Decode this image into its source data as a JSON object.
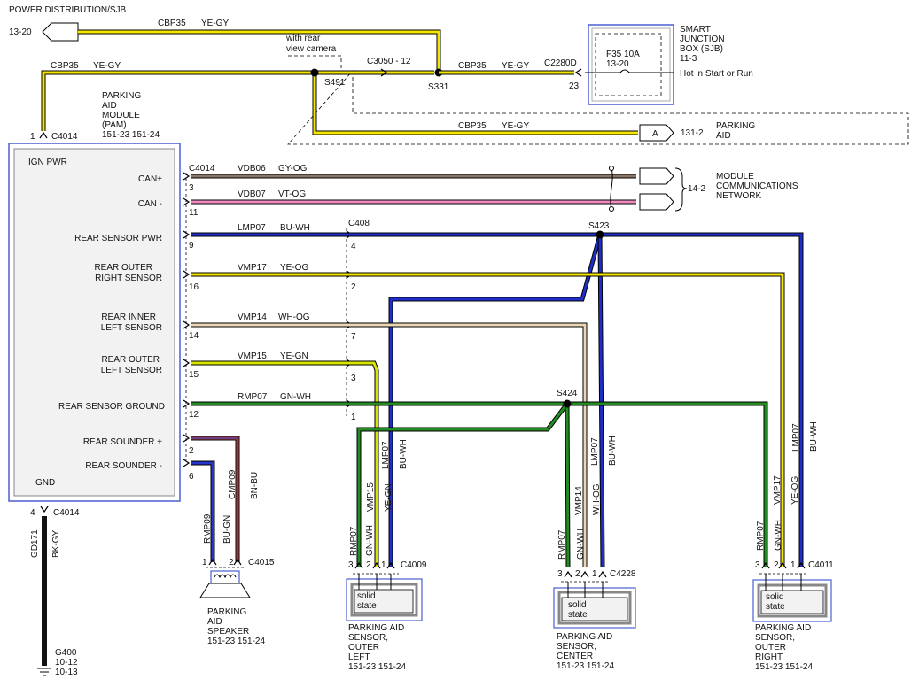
{
  "header": {
    "power_label": "POWER DISTRIBUTION/SJB",
    "power_page": "13-20"
  },
  "sjb": {
    "title_lines": [
      "SMART",
      "JUNCTION",
      "BOX (SJB)",
      "11-3"
    ],
    "fuse_name": "F35  10A",
    "fuse_page": "13-20",
    "connector": "C2280D",
    "pin": "23",
    "fuse_note": "Hot in Start or Run"
  },
  "feed": {
    "top_circuit": "CBP35",
    "top_color": "YE-GY",
    "left_circuit": "CBP35",
    "left_color": "YE-GY",
    "camera_note_lines": [
      "with rear",
      "view camera"
    ],
    "splice_s491": "S491",
    "splice_s331": "S331",
    "inline_connector": "C3050 - 12",
    "right_circuit": "CBP35",
    "right_color": "YE-GY",
    "lower_circuit": "CBP35",
    "lower_color": "YE-GY",
    "parking_aid_tag": "A",
    "parking_aid_page": "131-2",
    "parking_aid_lines": [
      "PARKING",
      "AID"
    ]
  },
  "module": {
    "title_lines": [
      "PARKING",
      "AID",
      "MODULE",
      "(PAM)",
      "151-23  151-24"
    ],
    "top_pin": "1",
    "top_connector": "C4014",
    "ign_label": "IGN PWR",
    "gnd_label": "GND",
    "bottom_pin": "4",
    "bottom_connector": "C4014",
    "connector_label": "C4014",
    "pins": [
      {
        "label": "CAN+",
        "pin": "3"
      },
      {
        "label": "CAN -",
        "pin": "11"
      },
      {
        "label": "REAR SENSOR PWR",
        "pin": "9"
      },
      {
        "label_lines": [
          "REAR OUTER",
          "RIGHT SENSOR"
        ],
        "pin": "16"
      },
      {
        "label_lines": [
          "REAR INNER",
          "LEFT SENSOR"
        ],
        "pin": "14"
      },
      {
        "label_lines": [
          "REAR OUTER",
          "LEFT SENSOR"
        ],
        "pin": "15"
      },
      {
        "label": "REAR SENSOR GROUND",
        "pin": "12"
      },
      {
        "label": "REAR SOUNDER +",
        "pin": "2"
      },
      {
        "label": "REAR SOUNDER -",
        "pin": "6"
      }
    ]
  },
  "circuits": [
    {
      "circuit": "VDB06",
      "color": "GY-OG",
      "hex": "#8b7768"
    },
    {
      "circuit": "VDB07",
      "color": "VT-OG",
      "hex": "#f08bc0"
    },
    {
      "circuit": "LMP07",
      "color": "BU-WH",
      "hex": "#1f2ec9"
    },
    {
      "circuit": "VMP17",
      "color": "YE-OG",
      "hex": "#f5e600"
    },
    {
      "circuit": "VMP14",
      "color": "WH-OG",
      "hex": "#ead7b6"
    },
    {
      "circuit": "VMP15",
      "color": "YE-GN",
      "hex": "#d6e600"
    },
    {
      "circuit": "RMP07",
      "color": "GN-WH",
      "hex": "#228b22"
    }
  ],
  "c408": {
    "name": "C408",
    "pins": [
      "4",
      "2",
      "7",
      "3",
      "1"
    ]
  },
  "network": {
    "page": "14-2",
    "lines": [
      "MODULE",
      "COMMUNICATIONS",
      "NETWORK"
    ]
  },
  "splices": {
    "s423": "S423",
    "s424": "S424"
  },
  "ground": {
    "circuit": "GD171",
    "color": "BK-GY",
    "name": "G400",
    "pages": [
      "10-12",
      "10-13"
    ]
  },
  "speaker": {
    "wire1_circuit": "RMP09",
    "wire1_color": "BU-GN",
    "wire2_circuit": "CMP09",
    "wire2_color": "BN-BU",
    "pin1": "1",
    "pin2": "2",
    "connector": "C4015",
    "label_lines": [
      "PARKING",
      "AID",
      "SPEAKER",
      "151-23  151-24"
    ]
  },
  "sensors": [
    {
      "connector": "C4009",
      "pins": [
        "3",
        "2",
        "1"
      ],
      "wire_labels": [
        [
          "RMP07",
          "GN-WH"
        ],
        [
          "VMP15",
          "YE-GN"
        ],
        [
          "LMP07",
          "BU-WH"
        ]
      ],
      "body_lines": [
        "solid",
        "state"
      ],
      "label_lines": [
        "PARKING AID",
        "SENSOR,",
        "OUTER",
        "LEFT",
        "151-23   151-24"
      ]
    },
    {
      "connector": "C4228",
      "pins": [
        "3",
        "2",
        "1"
      ],
      "wire_labels": [
        [
          "RMP07",
          "GN-WH"
        ],
        [
          "VMP14",
          "WH-OG"
        ],
        [
          "LMP07",
          "BU-WH"
        ]
      ],
      "body_lines": [
        "solid",
        "state"
      ],
      "label_lines": [
        "PARKING AID",
        "SENSOR,",
        "CENTER",
        "151-23   151-24"
      ]
    },
    {
      "connector": "C4011",
      "pins": [
        "3",
        "2",
        "1"
      ],
      "wire_labels": [
        [
          "RMP07",
          "GN-WH"
        ],
        [
          "VMP17",
          "YE-OG"
        ],
        [
          "LMP07",
          "BU-WH"
        ]
      ],
      "body_lines": [
        "solid",
        "state"
      ],
      "label_lines": [
        "PARKING AID",
        "SENSOR,",
        "OUTER",
        "RIGHT",
        "151-23   151-24"
      ]
    }
  ]
}
